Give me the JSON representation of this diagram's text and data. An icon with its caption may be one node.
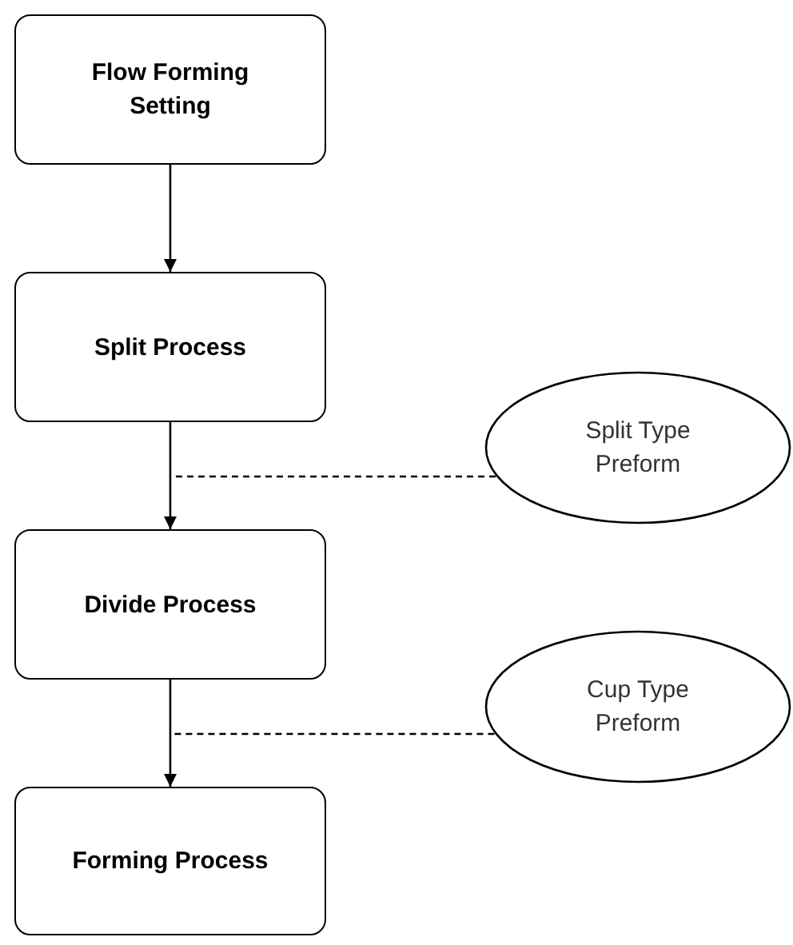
{
  "diagram": {
    "nodes": [
      {
        "text": [
          "Flow Forming Setting"
        ]
      },
      {
        "text": [
          "Split Process"
        ]
      },
      {
        "text": [
          "Divide Process"
        ]
      },
      {
        "text": [
          "Forming Process"
        ]
      },
      {
        "text": [
          "Split Type Preform"
        ]
      },
      {
        "text": [
          "Cup Type Preform"
        ]
      }
    ],
    "edges": [
      {
        "from": 0,
        "to": 1,
        "arrow": "to"
      },
      {
        "from": 1,
        "to": 2,
        "arrow": "to"
      },
      {
        "from": 2,
        "to": 3,
        "arrow": "to"
      },
      {
        "from": 4,
        "to": null,
        "arrow": "none",
        "style": "dashed"
      },
      {
        "from": 5,
        "to": null,
        "arrow": "none",
        "style": "dashed"
      }
    ]
  }
}
